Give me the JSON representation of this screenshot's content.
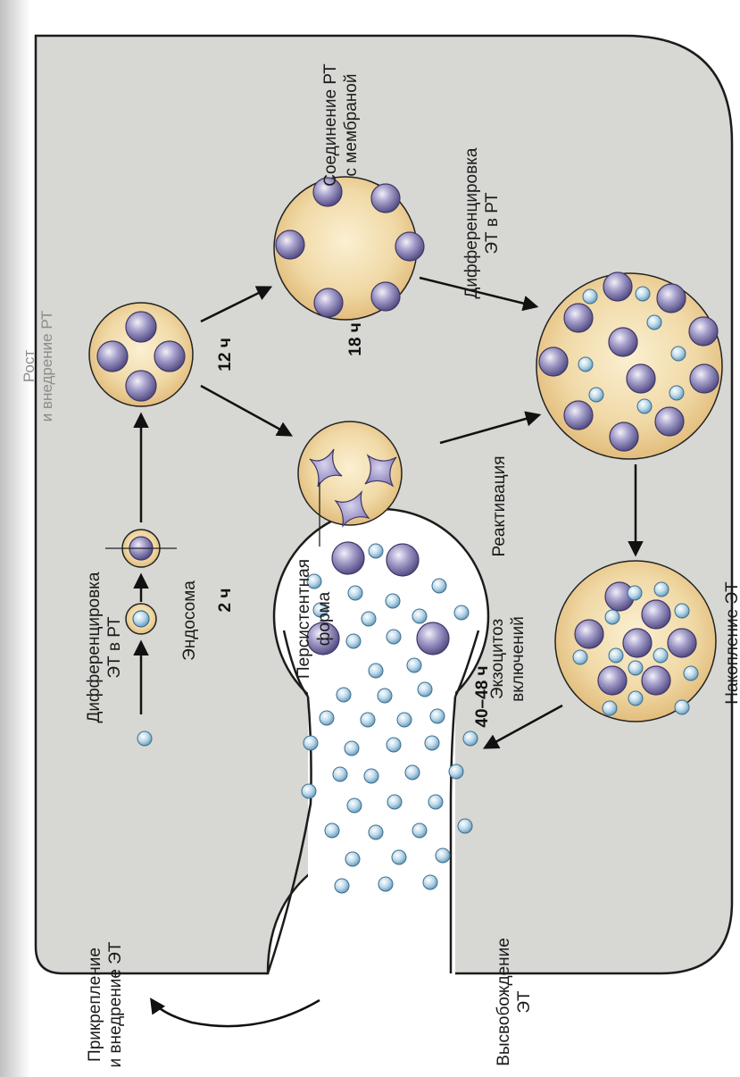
{
  "labels": {
    "growth_line1": "Рост",
    "growth_line2": "и внедрение РТ",
    "fusion_line1": "Соединение РТ",
    "fusion_line2": "с мембраной",
    "diff_et_rt_line1": "Дифференцировка",
    "diff_et_rt_line2": "ЭТ в РТ",
    "diff_rt_et_line1": "Дифференцировка",
    "diff_rt_et_line2": "ЭТ в РТ",
    "endosome": "Эндосома",
    "persistent_line1": "Персистентная",
    "persistent_line2": "форма",
    "reactivation": "Реактивация",
    "accumulation": "Накопление ЭТ",
    "exocytosis_line1": "Экзоцитоз",
    "exocytosis_line2": "включений",
    "attach_line1": "Прикрепление",
    "attach_line2": "и внедрение ЭТ",
    "release_line1": "Высвобождение",
    "release_line2": "ЭТ"
  },
  "times": {
    "t2": "2 ч",
    "t12": "12 ч",
    "t18": "18 ч",
    "t40": "40–48 ч"
  },
  "colors": {
    "cell": "#d7d8d3",
    "inclusion": "#e8c88a",
    "inclusion_edge": "#222222",
    "reticulate_body": "#8a82b6",
    "elementary_body": "#a9cde3",
    "persistent_form": "#9a8fc4"
  }
}
